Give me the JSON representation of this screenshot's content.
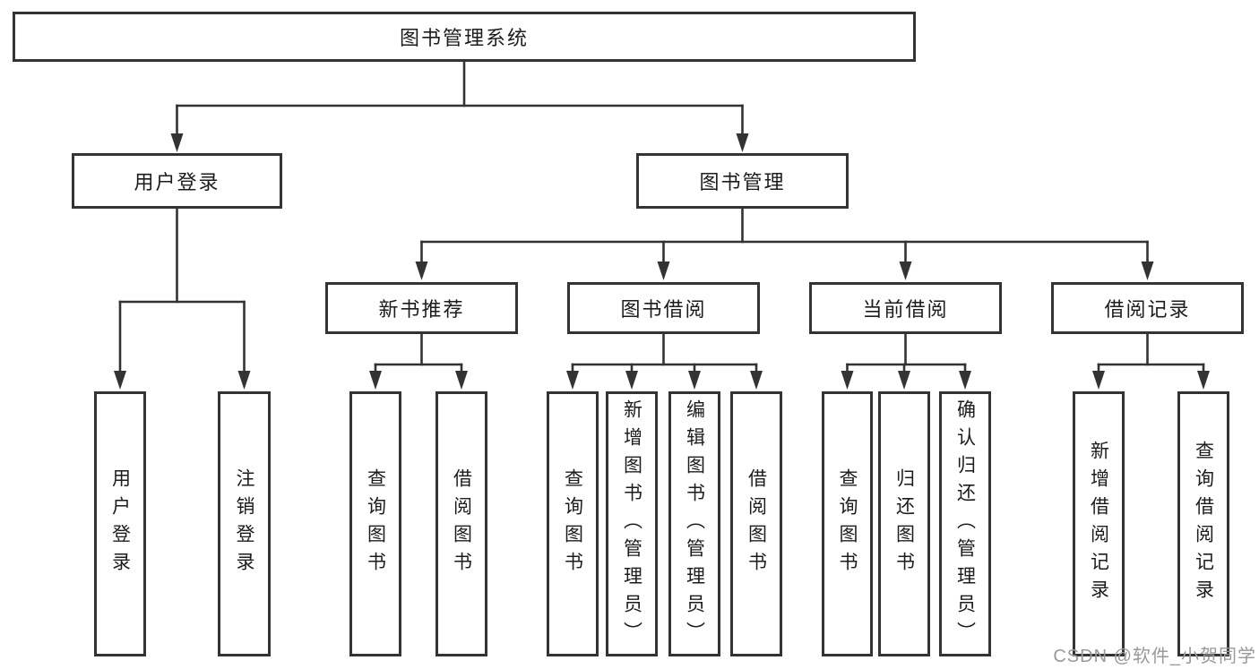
{
  "tree": {
    "root": {
      "label": "图书管理系统"
    },
    "branches": [
      {
        "label": "用户登录",
        "children": [
          {
            "label": "用户登录"
          },
          {
            "label": "注销登录"
          }
        ]
      },
      {
        "label": "图书管理",
        "children": [
          {
            "label": "新书推荐",
            "children": [
              {
                "label": "查询图书"
              },
              {
                "label": "借阅图书"
              }
            ]
          },
          {
            "label": "图书借阅",
            "children": [
              {
                "label": "查询图书"
              },
              {
                "label": "新增图书（管理员）"
              },
              {
                "label": "编辑图书（管理员）"
              },
              {
                "label": "借阅图书"
              }
            ]
          },
          {
            "label": "当前借阅",
            "children": [
              {
                "label": "查询图书"
              },
              {
                "label": "归还图书"
              },
              {
                "label": "确认归还（管理员）"
              }
            ]
          },
          {
            "label": "借阅记录",
            "children": [
              {
                "label": "新增借阅记录"
              },
              {
                "label": "查询借阅记录"
              }
            ]
          }
        ]
      }
    ]
  },
  "watermark": "CSDN @软件_小贺同学",
  "colors": {
    "line": "#333333",
    "box_border": "#333333",
    "box_fill": "#ffffff",
    "text": "#1c1c1c",
    "watermark": "#999999",
    "background": "#ffffff"
  }
}
